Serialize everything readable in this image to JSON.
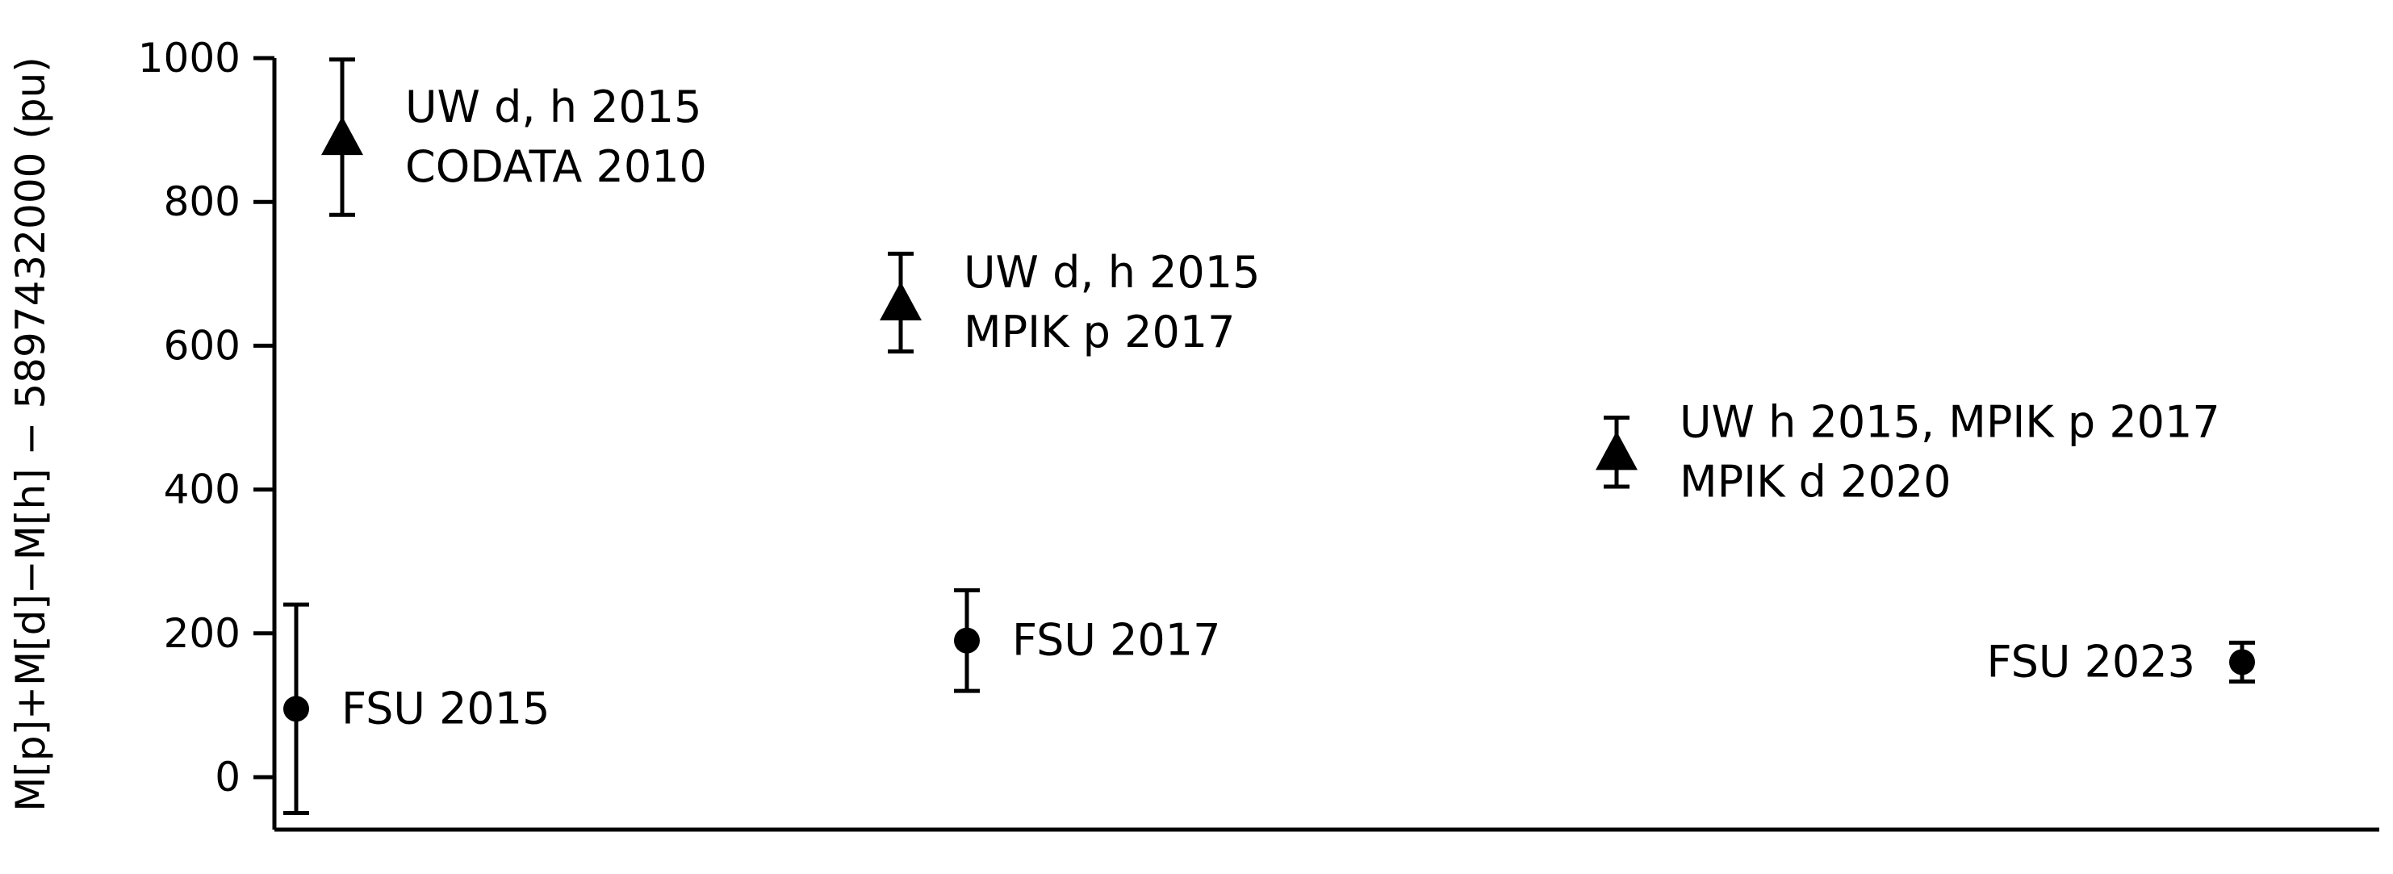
{
  "chart_data": {
    "type": "scatter",
    "title": "",
    "xlabel": "",
    "ylabel": "M[p]+M[d]−M[h]  −  5897432000 (pu)",
    "ylim": [
      -70,
      1000
    ],
    "yticks": [
      0,
      200,
      400,
      600,
      800,
      1000
    ],
    "grid": false,
    "legend": "none",
    "markers": {
      "triangle": "triangle",
      "circle": "circle"
    },
    "points": [
      {
        "position": 1,
        "y": 95,
        "err_low": 145,
        "err_high": 145,
        "marker": "circle",
        "label_lines": [
          "FSU 2015"
        ],
        "label_side": "right"
      },
      {
        "position": 2,
        "y": 890,
        "err_low": 108,
        "err_high": 108,
        "marker": "triangle",
        "label_lines": [
          "UW d, h 2015",
          "CODATA 2010"
        ],
        "label_side": "right"
      },
      {
        "position": 3,
        "y": 660,
        "err_low": 68,
        "err_high": 68,
        "marker": "triangle",
        "label_lines": [
          "UW d, h 2015",
          "MPIK p 2017"
        ],
        "label_side": "right"
      },
      {
        "position": 4,
        "y": 190,
        "err_low": 70,
        "err_high": 70,
        "marker": "circle",
        "label_lines": [
          "FSU 2017"
        ],
        "label_side": "right"
      },
      {
        "position": 5,
        "y": 452,
        "err_low": 48,
        "err_high": 48,
        "marker": "triangle",
        "label_lines": [
          "UW h 2015, MPIK p 2017",
          "MPIK d 2020"
        ],
        "label_side": "right"
      },
      {
        "position": 6,
        "y": 160,
        "err_low": 27,
        "err_high": 27,
        "marker": "circle",
        "label_lines": [
          "FSU 2023"
        ],
        "label_side": "left"
      }
    ]
  },
  "colors": {
    "ink": "#000000",
    "background": "#ffffff"
  }
}
